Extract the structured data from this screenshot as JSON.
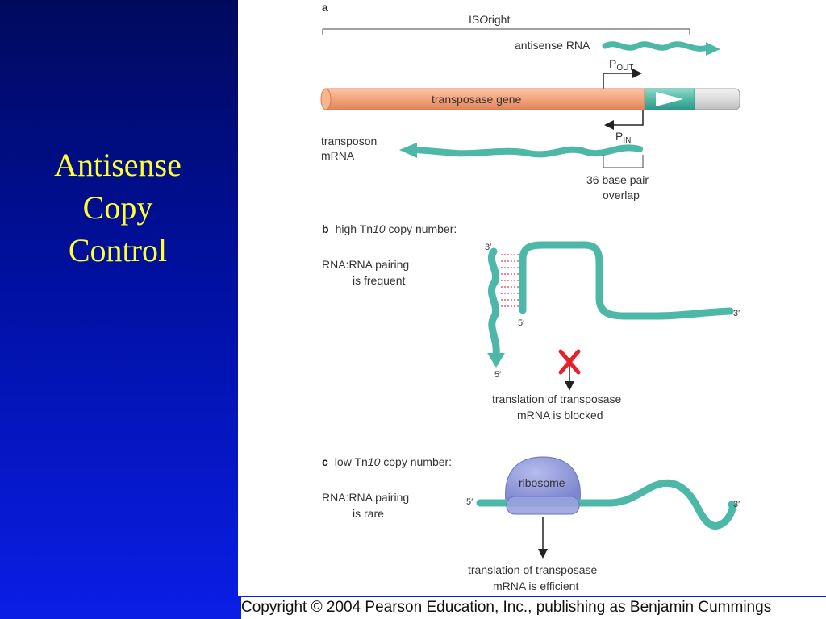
{
  "slide": {
    "title_lines": [
      "Antisense",
      "Copy",
      "Control"
    ],
    "title_color": "#ffff33",
    "background_color": "#0010a0"
  },
  "figure": {
    "panel_a": {
      "letter": "a",
      "region_label": "IS",
      "region_label_italic": "O",
      "region_label_suffix": "right",
      "antisense_rna": "antisense RNA",
      "p_out_main": "P",
      "p_out_sub": "OUT",
      "gene_label": "transposase gene",
      "p_in_main": "P",
      "p_in_sub": "IN",
      "transposon_mrna_line1": "transposon",
      "transposon_mrna_line2": "mRNA",
      "overlap_line1": "36 base pair",
      "overlap_line2": "overlap"
    },
    "panel_b": {
      "letter": "b",
      "heading_prefix": "high Tn",
      "heading_italic": "10",
      "heading_suffix": " copy number:",
      "pairing_line1": "RNA:RNA pairing",
      "pairing_line2": "is frequent",
      "end_3prime_left": "3′",
      "end_5prime_top": "5′",
      "end_3prime_right": "3′",
      "end_5prime_bottom": "5′",
      "result_line1": "translation of transposase",
      "result_line2": "mRNA is blocked"
    },
    "panel_c": {
      "letter": "c",
      "heading_prefix": "low Tn",
      "heading_italic": "10",
      "heading_suffix": " copy number:",
      "pairing_line1": "RNA:RNA pairing",
      "pairing_line2": "is rare",
      "ribosome": "ribosome",
      "end_5prime": "5′",
      "end_3prime": "3′",
      "result_line1": "translation of transposase",
      "result_line2": "mRNA is efficient"
    },
    "colors": {
      "rna_teal": "#4db8a8",
      "gene_orange": "#f4a37c",
      "ribosome_purple": "#8a92d8",
      "block_red": "#e8202a"
    }
  },
  "copyright": "Copyright © 2004 Pearson Education, Inc., publishing as Benjamin Cummings"
}
